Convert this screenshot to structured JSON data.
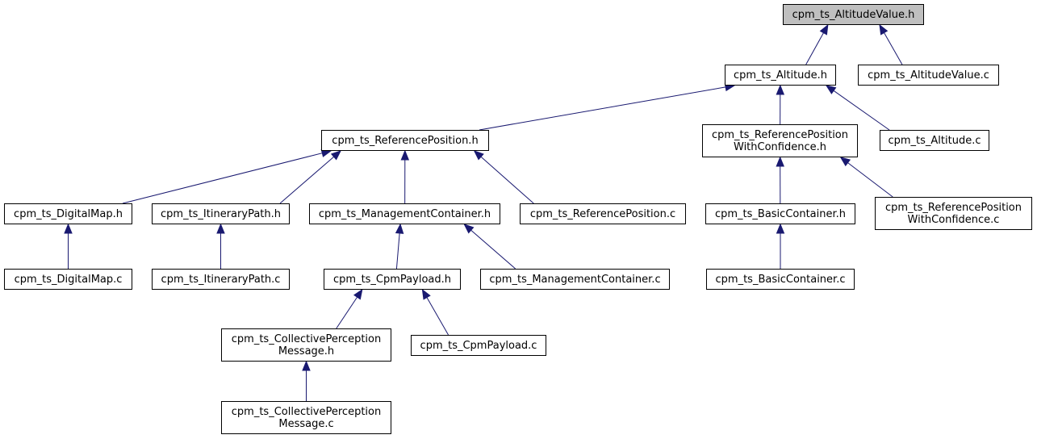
{
  "diagram": {
    "type": "include-dependency-graph",
    "colors": {
      "edge": "#191970",
      "root_fill": "#bfbfbf",
      "node_fill": "#ffffff",
      "border": "#000000"
    },
    "nodes": {
      "altitudevalue_h": {
        "lines": [
          "cpm_ts_AltitudeValue.h"
        ],
        "root": true
      },
      "altitude_h": {
        "lines": [
          "cpm_ts_Altitude.h"
        ]
      },
      "altitudevalue_c": {
        "lines": [
          "cpm_ts_AltitudeValue.c"
        ]
      },
      "referenceposition_h": {
        "lines": [
          "cpm_ts_ReferencePosition.h"
        ]
      },
      "refposwithconf_h": {
        "lines": [
          "cpm_ts_ReferencePosition",
          "WithConfidence.h"
        ]
      },
      "altitude_c": {
        "lines": [
          "cpm_ts_Altitude.c"
        ]
      },
      "digitalmap_h": {
        "lines": [
          "cpm_ts_DigitalMap.h"
        ]
      },
      "itinerarypath_h": {
        "lines": [
          "cpm_ts_ItineraryPath.h"
        ]
      },
      "managementcontainer_h": {
        "lines": [
          "cpm_ts_ManagementContainer.h"
        ]
      },
      "referenceposition_c": {
        "lines": [
          "cpm_ts_ReferencePosition.c"
        ]
      },
      "basiccontainer_h": {
        "lines": [
          "cpm_ts_BasicContainer.h"
        ]
      },
      "refposwithconf_c": {
        "lines": [
          "cpm_ts_ReferencePosition",
          "WithConfidence.c"
        ]
      },
      "digitalmap_c": {
        "lines": [
          "cpm_ts_DigitalMap.c"
        ]
      },
      "itinerarypath_c": {
        "lines": [
          "cpm_ts_ItineraryPath.c"
        ]
      },
      "cpmpayload_h": {
        "lines": [
          "cpm_ts_CpmPayload.h"
        ]
      },
      "managementcontainer_c": {
        "lines": [
          "cpm_ts_ManagementContainer.c"
        ]
      },
      "basiccontainer_c": {
        "lines": [
          "cpm_ts_BasicContainer.c"
        ]
      },
      "cpm_h": {
        "lines": [
          "cpm_ts_CollectivePerception",
          "Message.h"
        ]
      },
      "cpmpayload_c": {
        "lines": [
          "cpm_ts_CpmPayload.c"
        ]
      },
      "cpm_c": {
        "lines": [
          "cpm_ts_CollectivePerception",
          "Message.c"
        ]
      }
    },
    "edges": [
      {
        "from": "altitude_h",
        "to": "altitudevalue_h"
      },
      {
        "from": "altitudevalue_c",
        "to": "altitudevalue_h"
      },
      {
        "from": "referenceposition_h",
        "to": "altitude_h"
      },
      {
        "from": "refposwithconf_h",
        "to": "altitude_h"
      },
      {
        "from": "altitude_c",
        "to": "altitude_h"
      },
      {
        "from": "digitalmap_h",
        "to": "referenceposition_h"
      },
      {
        "from": "itinerarypath_h",
        "to": "referenceposition_h"
      },
      {
        "from": "managementcontainer_h",
        "to": "referenceposition_h"
      },
      {
        "from": "referenceposition_c",
        "to": "referenceposition_h"
      },
      {
        "from": "basiccontainer_h",
        "to": "refposwithconf_h"
      },
      {
        "from": "refposwithconf_c",
        "to": "refposwithconf_h"
      },
      {
        "from": "digitalmap_c",
        "to": "digitalmap_h"
      },
      {
        "from": "itinerarypath_c",
        "to": "itinerarypath_h"
      },
      {
        "from": "cpmpayload_h",
        "to": "managementcontainer_h"
      },
      {
        "from": "managementcontainer_c",
        "to": "managementcontainer_h"
      },
      {
        "from": "basiccontainer_c",
        "to": "basiccontainer_h"
      },
      {
        "from": "cpm_h",
        "to": "cpmpayload_h"
      },
      {
        "from": "cpmpayload_c",
        "to": "cpmpayload_h"
      },
      {
        "from": "cpm_c",
        "to": "cpm_h"
      }
    ]
  }
}
